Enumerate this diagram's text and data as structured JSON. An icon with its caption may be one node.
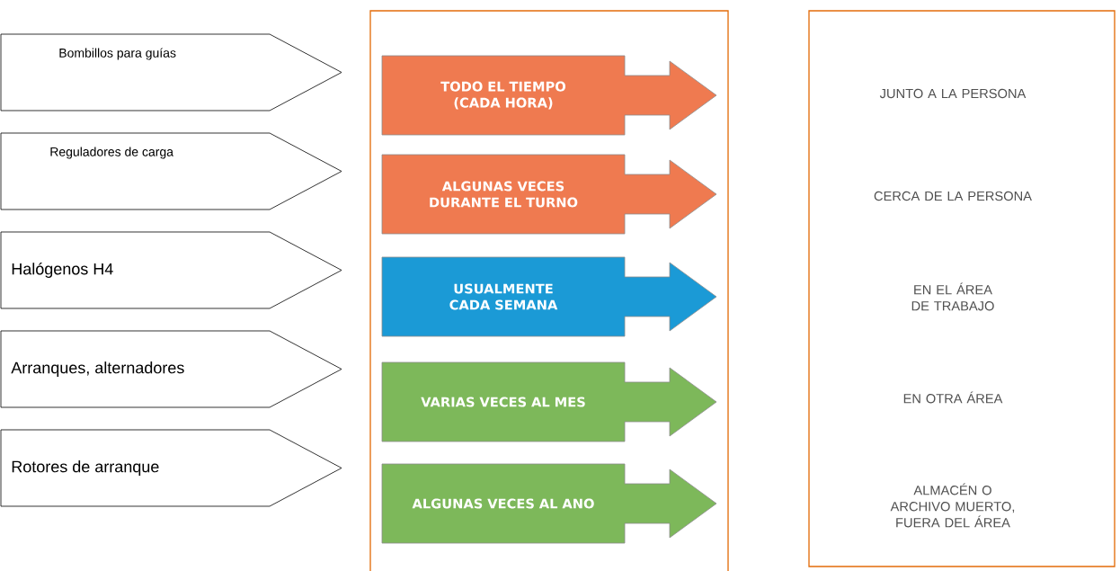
{
  "diagram": {
    "nodes": [
      {
        "text": [
          "Bombillos para guías"
        ]
      },
      {
        "text": [
          "Reguladores de carga"
        ]
      },
      {
        "text": [
          "Halógenos H4"
        ]
      },
      {
        "text": [
          "Arranques, alternadores"
        ]
      },
      {
        "text": [
          "Rotores de arranque"
        ]
      },
      {
        "text": [],
        "shape": "box"
      },
      {
        "text": [
          "TODO EL TIEMPO (CADA HORA)"
        ],
        "in": 5
      },
      {
        "text": [
          "ALGUNAS VECES DURANTE EL TURNO"
        ],
        "in": 5
      },
      {
        "text": [
          "USUALMENTE CADA SEMANA"
        ],
        "in": 5
      },
      {
        "text": [
          "VARIAS VECES AL MES"
        ],
        "in": 5
      },
      {
        "text": [
          "ALGUNAS VECES AL ANO"
        ],
        "in": 5
      },
      {
        "text": [
          "JUNTO A LA PERSONA",
          "CERCA DE LA PERSONA",
          "EN EL ÁREA DE TRABAJO",
          "EN OTRA ÁREA",
          "ALMACÉN O ARCHIVO MUERTO, FUERA DEL ÁREA"
        ]
      }
    ]
  }
}
